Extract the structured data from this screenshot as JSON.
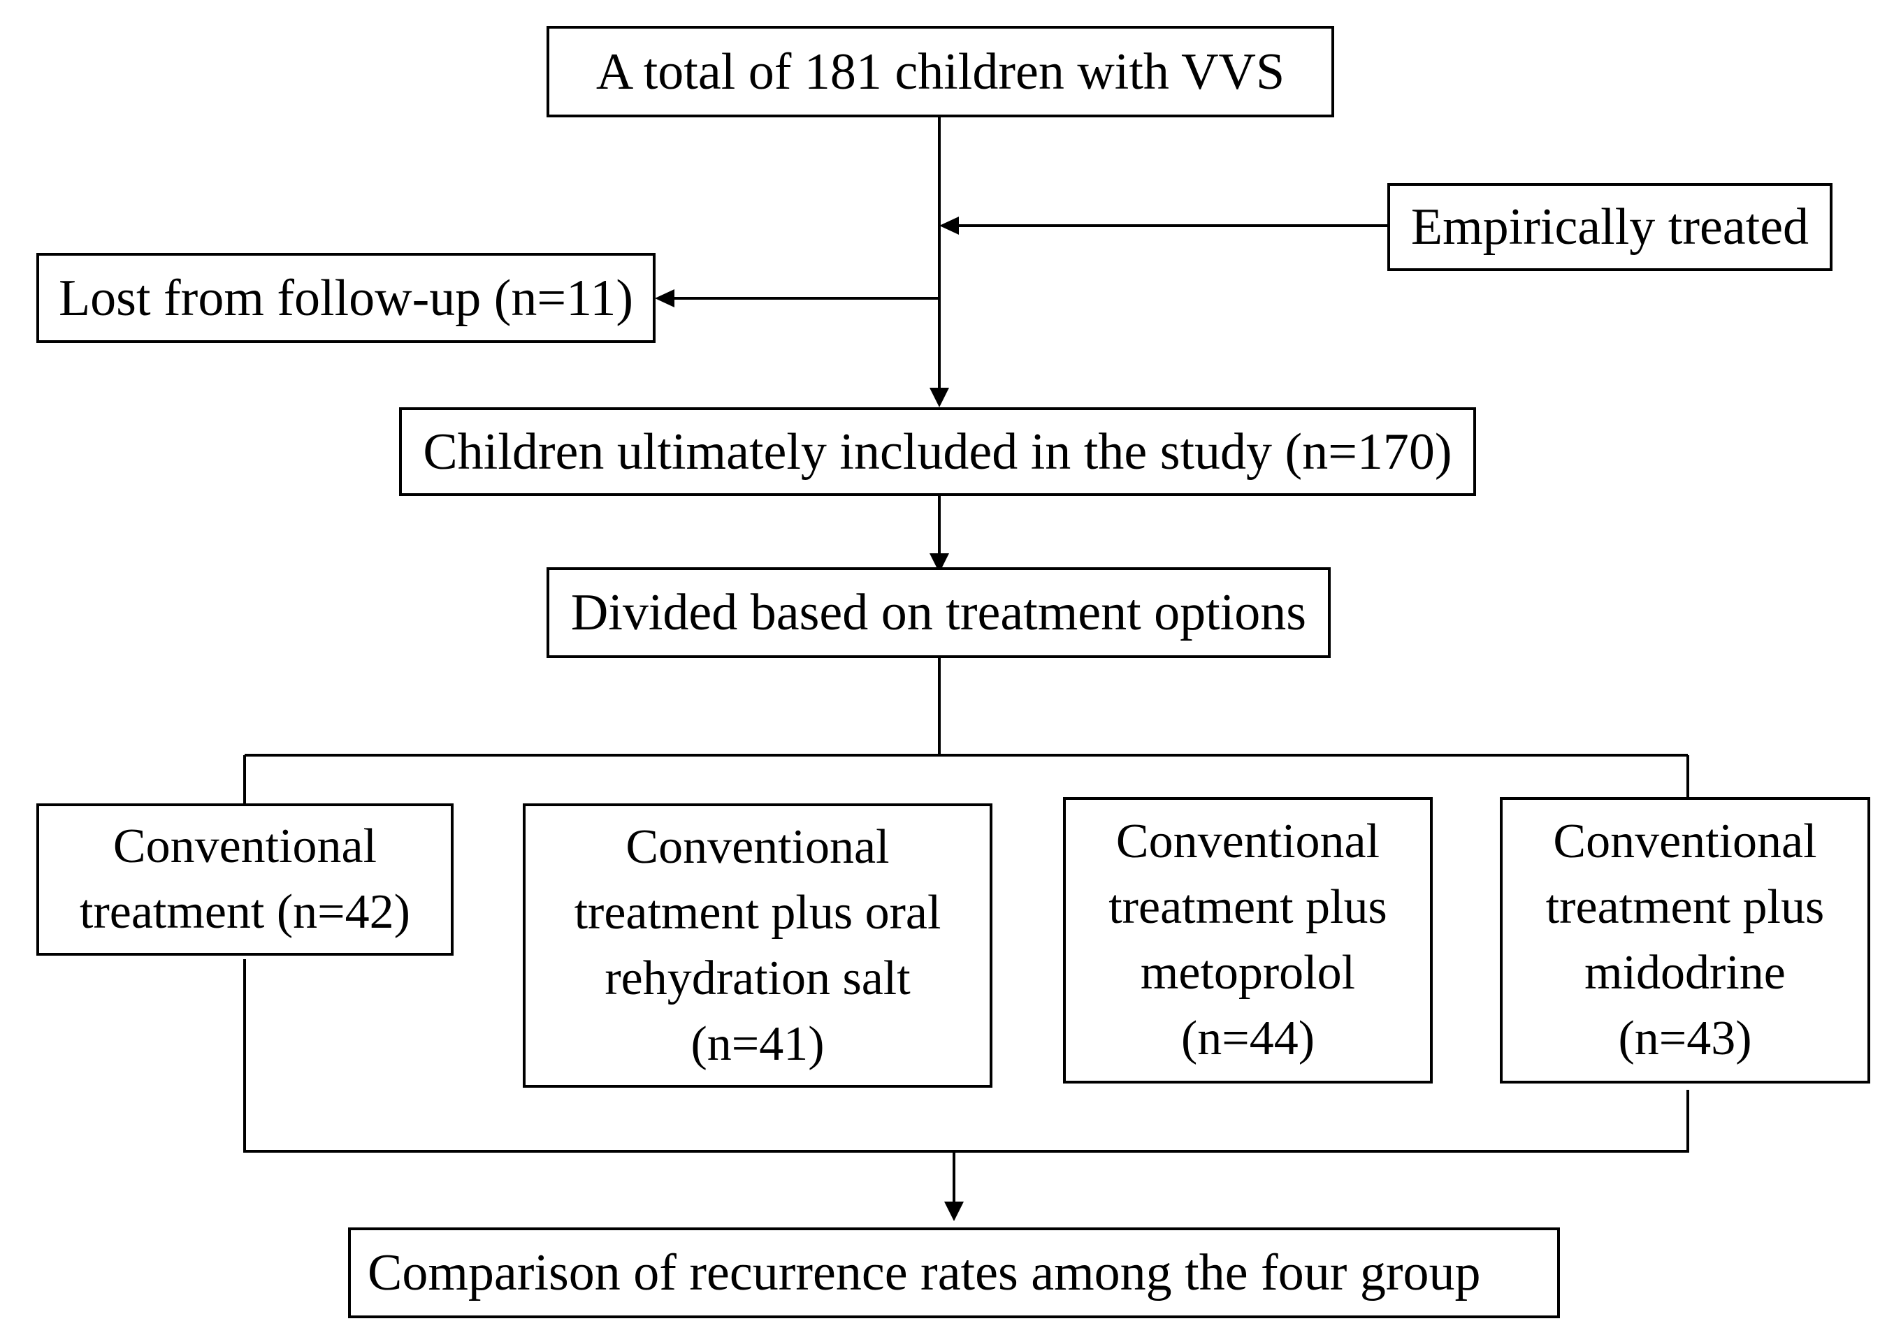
{
  "boxes": {
    "total": "A total of 181 children with VVS",
    "empirical": "Empirically treated",
    "lost": "Lost from follow-up (n=11)",
    "included": "Children ultimately included in the study (n=170)",
    "divided": "Divided based on treatment options",
    "groups": [
      {
        "lines": [
          "Conventional",
          "treatment (n=42)"
        ]
      },
      {
        "lines": [
          "Conventional",
          "treatment plus oral",
          "rehydration salt",
          "(n=41)"
        ]
      },
      {
        "lines": [
          "Conventional",
          "treatment plus",
          "metoprolol",
          "(n=44)"
        ]
      },
      {
        "lines": [
          "Conventional",
          "treatment plus",
          "midodrine",
          "(n=43)"
        ]
      }
    ],
    "comparison": "Comparison of recurrence rates among the four group"
  },
  "colors": {
    "stroke": "#000000",
    "background": "#ffffff"
  }
}
